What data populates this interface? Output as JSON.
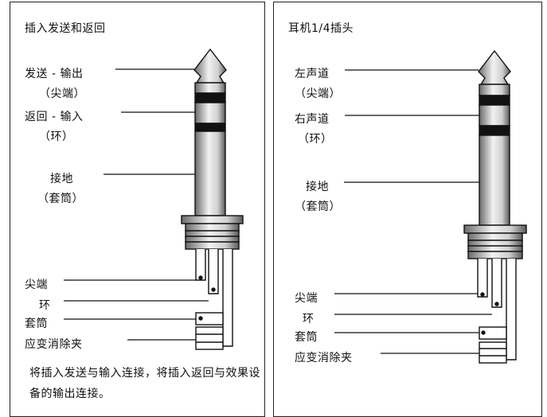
{
  "left": {
    "title": "插入发送和返回",
    "labels": {
      "send_output": "发送 - 输出",
      "send_tip": "（尖端）",
      "return_input": "返回 - 输入",
      "return_ring": "（环）",
      "ground": "接地",
      "ground_sleeve": "（套筒）",
      "tip": "尖端",
      "ring": "环",
      "sleeve": "套筒",
      "strain_relief": "应变消除夹"
    },
    "note": "将插入发送与输入连接，将插入返回与效果设备的输出连接。"
  },
  "right": {
    "title": "耳机1/4插头",
    "labels": {
      "left_channel": "左声道",
      "left_tip": "（尖端）",
      "right_channel": "右声道",
      "right_ring": "（环）",
      "ground": "接地",
      "ground_sleeve": "（套筒）",
      "tip": "尖端",
      "ring": "环",
      "sleeve": "套筒",
      "strain_relief": "应变消除夹"
    }
  },
  "colors": {
    "metal_dark": "#5a5a5a",
    "metal_light": "#e6e6e6",
    "band": "#111111"
  }
}
